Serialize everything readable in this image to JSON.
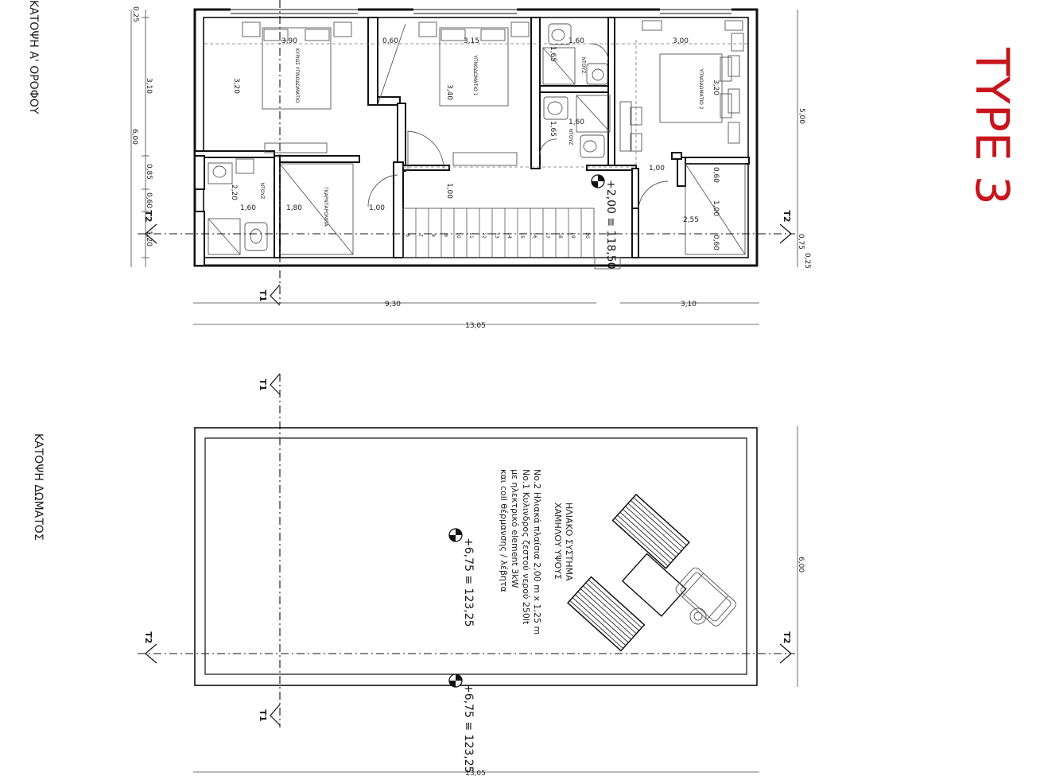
{
  "titles": {
    "floor_plan": "ΚΑΤΟΨΗ Α' ΟΡΟΦΟΥ",
    "roof_plan": "ΚΑΤΟΨΗ ΔΩΜΑΤΟΣ",
    "type": "TYPE 3"
  },
  "rooms": {
    "master_bedroom": "ΚΥΡΙΩΣ ΥΠΝΟΔΩΜΑΤΙΟ",
    "bedroom_1": "ΥΠΝΟΔΩΜΑΤΙΟ 1",
    "bedroom_2": "ΥΠΝΟΔΩΜΑΤΙΟ 2",
    "shower_a": "ΝΤΟΥΖ",
    "shower_b": "ΝΤΟΥΖ",
    "shower_c": "ΝΤΟΥΖ",
    "wardrobe": "ΓΚΑΡΝΤΑΡΟΜΠΑ"
  },
  "dimensions": {
    "master_w": "3,90",
    "gap": "0,60",
    "bed1_w": "3,15",
    "bath_w": "1,60",
    "bed2_w": "3,00",
    "master_h": "3,20",
    "bed1_h": "3,40",
    "bed2_h": "3,20",
    "bath_h1": "1,65",
    "bath_h2": "1,65",
    "bath_w2": "1,60",
    "shower_h": "2,20",
    "shower_w": "1,60",
    "ward_w": "1,80",
    "door_w": "1,00",
    "stair_w": "1,00",
    "right_door": "1,00",
    "r_060a": "0,60",
    "r_100": "1,00",
    "r_255": "2,55",
    "r_060b": "0,60",
    "left_025": "0,25",
    "left_310": "3,10",
    "left_600": "6,00",
    "left_085": "0,85",
    "left_060": "0,60",
    "left_120": "1,20",
    "right_500": "5,00",
    "right_075": "0,75",
    "right_025": "0,25",
    "bottom_930": "9,30",
    "bottom_310": "3,10",
    "total_1305": "13,05",
    "roof_total": "13,05",
    "roof_height": "6,00"
  },
  "stairs": [
    "6",
    "7",
    "8",
    "9",
    "10",
    "11",
    "12",
    "13",
    "14",
    "15",
    "16",
    "17",
    "18",
    "19",
    "20"
  ],
  "levels": {
    "first_floor": "+2,00 ≡ 118,50",
    "roof_center": "+6,75 ≡ 123,25",
    "roof_edge": "+6,75 ≡ 123,25"
  },
  "sections": {
    "t1_top": "T1",
    "t1_mid": "T1",
    "t1_bottom": "T1",
    "t2_left_top": "T2",
    "t2_right_top": "T2",
    "t2_left_roof": "T2",
    "t2_right_roof": "T2"
  },
  "solar_note": {
    "line1": "ΗΛΙΑΚΟ ΣΥΣΤΗΜΑ",
    "line2": "ΧΑΜΗΛΟΥ ΥΨΟΥΣ",
    "line3": "No.2 Ηλιακά πλαίσια 2,00 m x 1,25 m",
    "line4": "No.1 Κυλινδρος ζεστού νερού 250lt",
    "line5": "με ηλεκτρικό element 3kW",
    "line6": "και coil θέρμανσης / λέβητα"
  },
  "colors": {
    "title_accent": "#c8141c",
    "ink": "#111111"
  }
}
